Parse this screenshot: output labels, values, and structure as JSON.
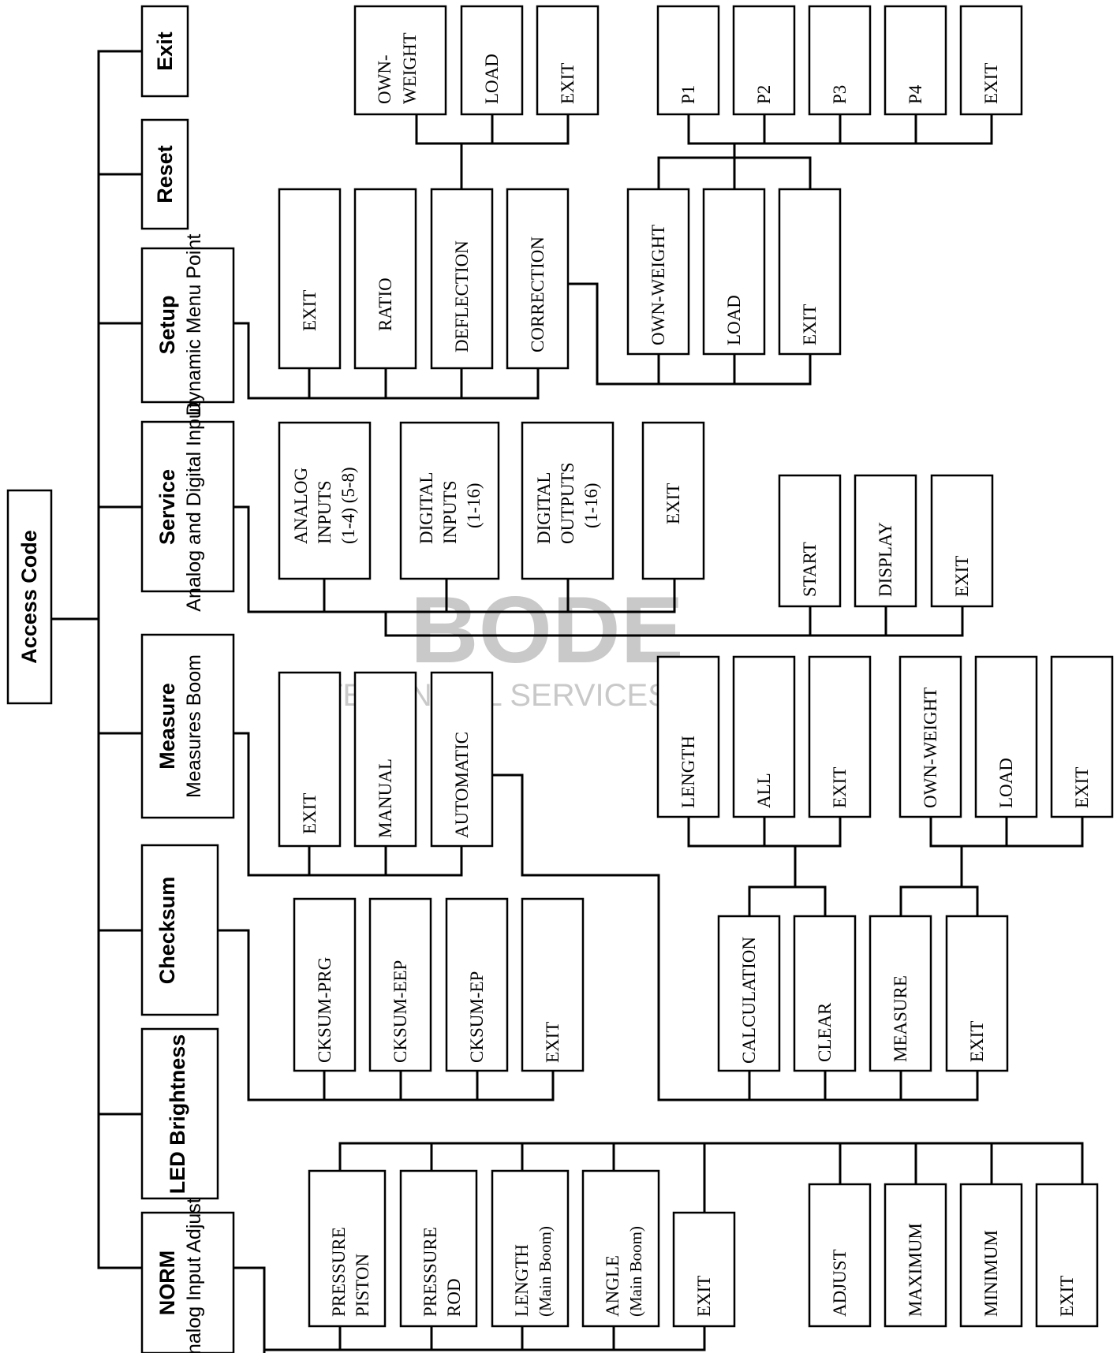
{
  "root": {
    "label": "Access Code"
  },
  "main_menu": [
    {
      "title": "Exit",
      "subtitle": ""
    },
    {
      "title": "Reset",
      "subtitle": ""
    },
    {
      "title": "Setup",
      "subtitle": "Dynamic Menu Point"
    },
    {
      "title": "Service",
      "subtitle": "Analog and Digital Input"
    },
    {
      "title": "Measure",
      "subtitle": "Measures Boom"
    },
    {
      "title": "Checksum",
      "subtitle": ""
    },
    {
      "title": "LED Brightness",
      "subtitle": ""
    },
    {
      "title": "NORM",
      "subtitle": "Analog Input Adjust"
    }
  ],
  "setup": {
    "items": [
      "EXIT",
      "RATIO",
      "DEFLECTION",
      "CORRECTION"
    ],
    "deflection_items": [
      "OWN-WEIGHT",
      "LOAD",
      "EXIT"
    ],
    "correction_items": [
      "OWN-WEIGHT",
      "LOAD",
      "EXIT"
    ],
    "correction_points": [
      "P1",
      "P2",
      "P3",
      "P4",
      "EXIT"
    ]
  },
  "service": {
    "items": [
      "ANALOG INPUTS (1-4) (5-8)",
      "DIGITAL INPUTS (1-16)",
      "DIGITAL OUTPUTS (1-16)",
      "EXIT"
    ],
    "analog_items": [
      "START",
      "DISPLAY",
      "EXIT"
    ]
  },
  "measure": {
    "items": [
      "EXIT",
      "MANUAL",
      "AUTOMATIC"
    ],
    "automatic_items": [
      "CALCULATION",
      "CLEAR",
      "MEASURE",
      "EXIT"
    ],
    "calculation_items": [
      "LENGTH",
      "ALL",
      "EXIT"
    ],
    "measure_items": [
      "OWN-WEIGHT",
      "LOAD",
      "EXIT"
    ]
  },
  "checksum": {
    "items": [
      "CKSUM-PRG",
      "CKSUM-EEP",
      "CKSUM-EP",
      "EXIT"
    ]
  },
  "norm": {
    "items": [
      "PRESSURE PISTON",
      "PRESSURE ROD",
      "LENGTH (Main Boom)",
      "ANGLE (Main Boom)",
      "EXIT"
    ],
    "adjust_items": [
      "ADJUST",
      "MAXIMUM",
      "MINIMUM",
      "EXIT"
    ]
  },
  "watermark": {
    "line1": "BODE",
    "line2": "TECHNICAL SERVICES"
  }
}
